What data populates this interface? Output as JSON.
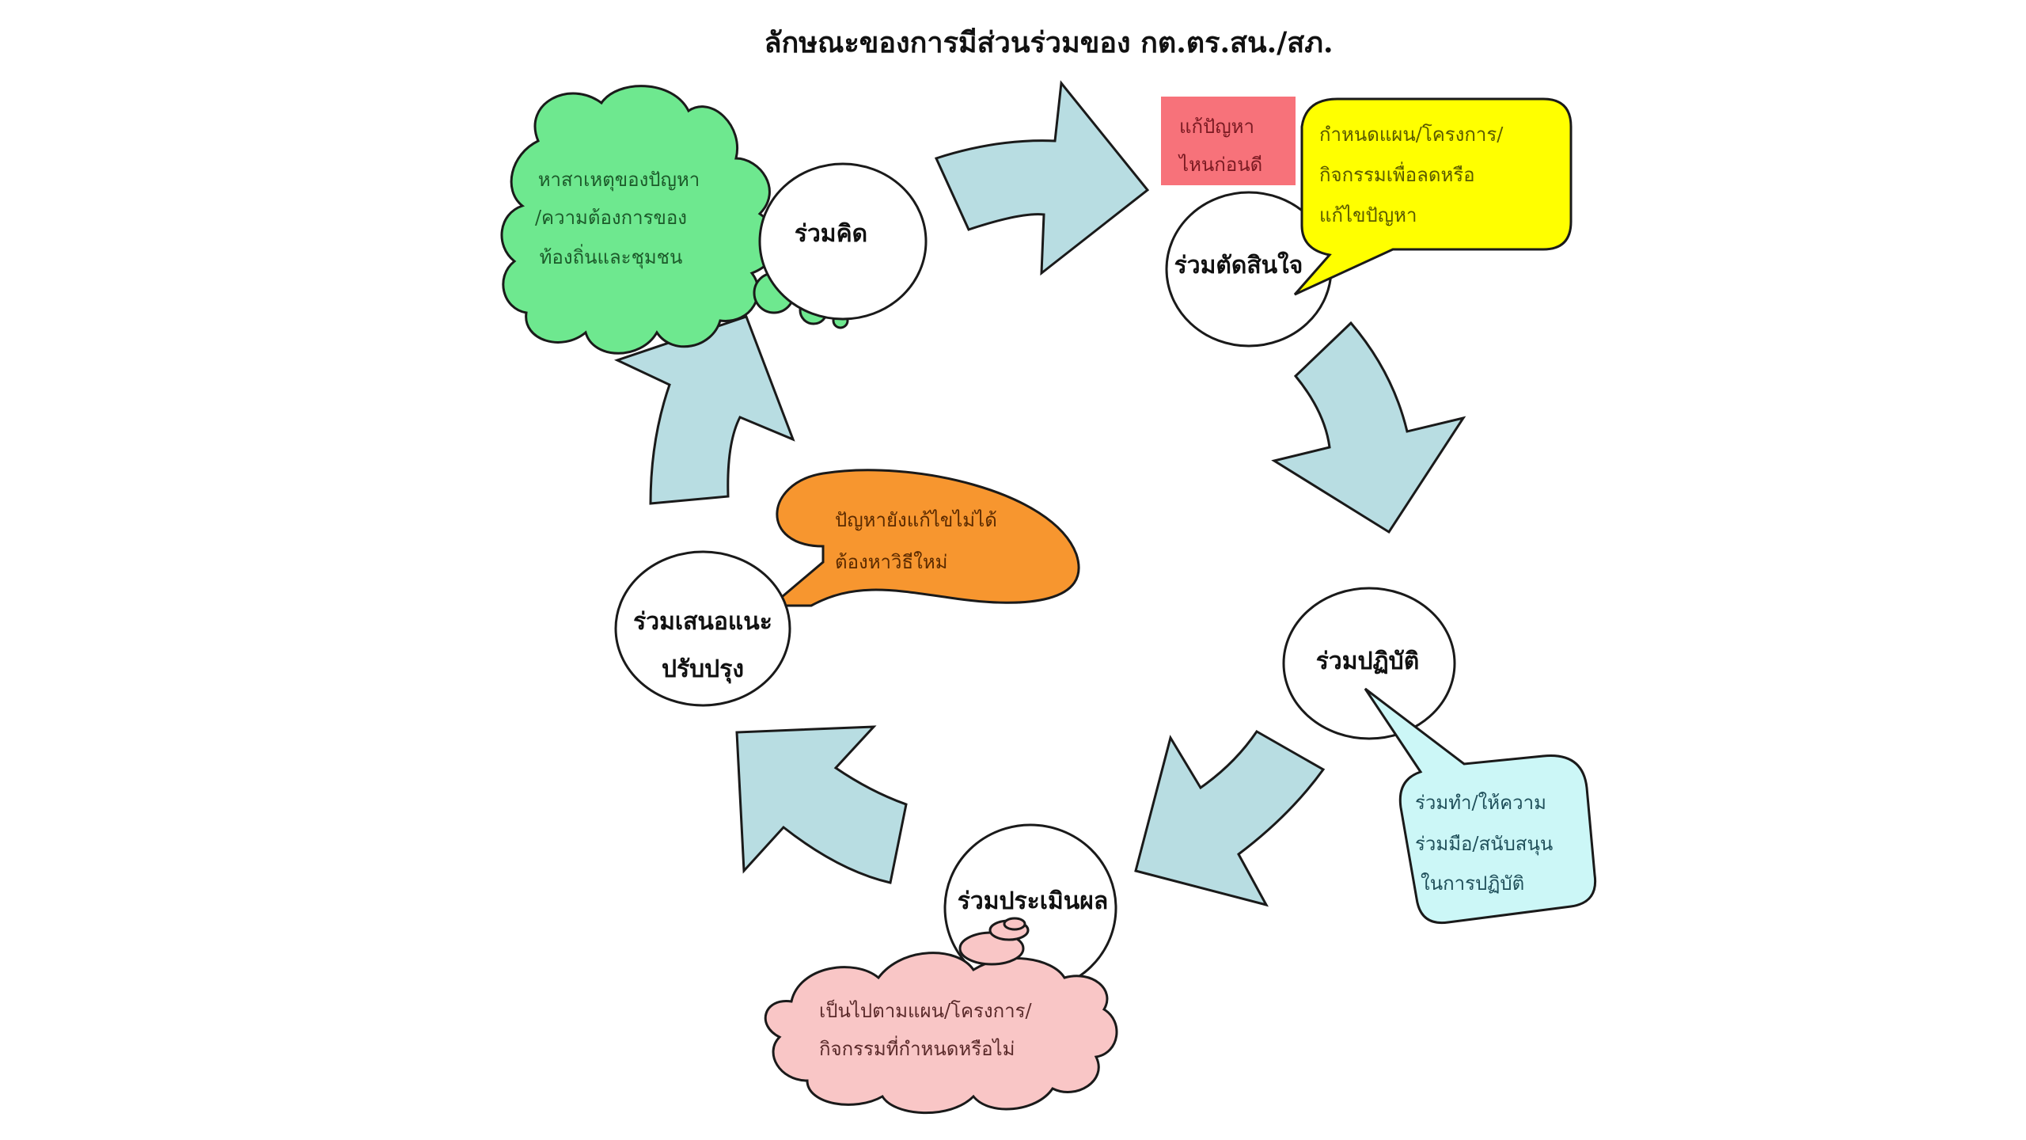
{
  "title": "ลักษณะของการมีส่วนร่วมของ กต.ตร.สน./สภ.",
  "colors": {
    "arrow_fill": "#b8dde2",
    "think_cloud_fill": "#6ee88f",
    "think_text": "#1c5a2a",
    "decide_tag_fill": "#f7727a",
    "decide_tag_text": "#7a1a22",
    "decide_callout_fill": "#ffff00",
    "decide_text": "#5a5a00",
    "act_callout_fill": "#ccf7f7",
    "act_text": "#1f4f5a",
    "evaluate_cloud_fill": "#f9c6c6",
    "evaluate_text": "#5a2a2a",
    "suggest_callout_fill": "#f7962f",
    "suggest_text": "#5a2a00"
  },
  "steps": [
    {
      "id": "think",
      "label_lines": [
        "ร่วมคิด"
      ],
      "note_lines": [
        "หาสาเหตุของปัญหา",
        "/ความต้องการของ",
        "ท้องถิ่นและชุมชน"
      ],
      "note_shape": "thought-cloud"
    },
    {
      "id": "decide",
      "label_lines": [
        "ร่วมตัดสินใจ"
      ],
      "tag_lines": [
        "แก้ปัญหา",
        "ไหนก่อนดี"
      ],
      "note_lines": [
        "กำหนดแผน/โครงการ/",
        "กิจกรรมเพื่อลดหรือ",
        "แก้ไขปัญหา"
      ],
      "note_shape": "rounded-callout"
    },
    {
      "id": "act",
      "label_lines": [
        "ร่วมปฏิบัติ"
      ],
      "note_lines": [
        "ร่วมทำ/ให้ความ",
        "ร่วมมือ/สนับสนุน",
        "ในการปฏิบัติ"
      ],
      "note_shape": "rounded-callout"
    },
    {
      "id": "evaluate",
      "label_lines": [
        "ร่วมประเมินผล"
      ],
      "note_lines": [
        "เป็นไปตามแผน/โครงการ/",
        "กิจกรรมที่กำหนดหรือไม่"
      ],
      "note_shape": "thought-cloud"
    },
    {
      "id": "suggest",
      "label_lines": [
        "ร่วมเสนอแนะ",
        "ปรับปรุง"
      ],
      "note_lines": [
        "ปัญหายังแก้ไขไม่ได้",
        "ต้องหาวิธีใหม่"
      ],
      "note_shape": "oval-callout"
    }
  ],
  "flow": [
    {
      "from": "think",
      "to": "decide"
    },
    {
      "from": "decide",
      "to": "act"
    },
    {
      "from": "act",
      "to": "evaluate"
    },
    {
      "from": "evaluate",
      "to": "suggest"
    },
    {
      "from": "suggest",
      "to": "think"
    }
  ]
}
